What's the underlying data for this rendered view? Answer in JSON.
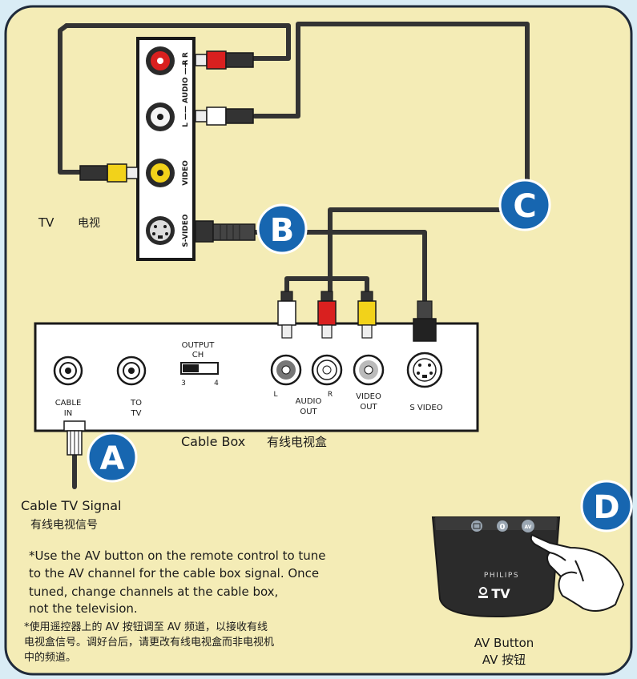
{
  "tv": {
    "label": "TV",
    "label_cn": "电视",
    "ports": {
      "audio_r": "R",
      "audio_label": "L —— AUDIO —— R",
      "video": "VIDEO",
      "svideo": "S-VIDEO"
    }
  },
  "cable_box": {
    "label": "Cable Box",
    "label_cn": "有线电视盒",
    "cable_in_1": "CABLE",
    "cable_in_2": "IN",
    "to_tv_1": "TO",
    "to_tv_2": "TV",
    "output_1": "OUTPUT",
    "output_2": "CH",
    "ch_3": "3",
    "ch_4": "4",
    "audio_l": "L",
    "audio_r": "R",
    "audio_out_1": "AUDIO",
    "audio_out_2": "OUT",
    "video_out_1": "VIDEO",
    "video_out_2": "OUT",
    "svideo": "S VIDEO"
  },
  "badges": {
    "a": "A",
    "b": "B",
    "c": "C",
    "d": "D"
  },
  "signal": {
    "en": "Cable TV Signal",
    "cn": "有线电视信号"
  },
  "note": {
    "en_lines": [
      "*Use the AV button on the remote control to tune",
      "to the AV channel for the cable box signal.  Once",
      "tuned, change channels at the cable box,",
      "not the television."
    ],
    "cn_lines": [
      "*使用遥控器上的 AV 按钮调至 AV 频道，以接收有线",
      "电视盒信号。调好台后，请更改有线电视盒而非电视机",
      "中的频道。"
    ]
  },
  "remote": {
    "brand": "PHILIPS",
    "logo": "TV",
    "btn_zero": "0",
    "btn_av": "AV",
    "caption_en": "AV Button",
    "caption_cn": "AV 按钮"
  },
  "colors": {
    "panel": "#f4ecb6",
    "border": "#1f2a3a",
    "badge": "#1766b0",
    "red": "#d9201f",
    "yellow": "#f2d21a",
    "cable": "#333333"
  }
}
